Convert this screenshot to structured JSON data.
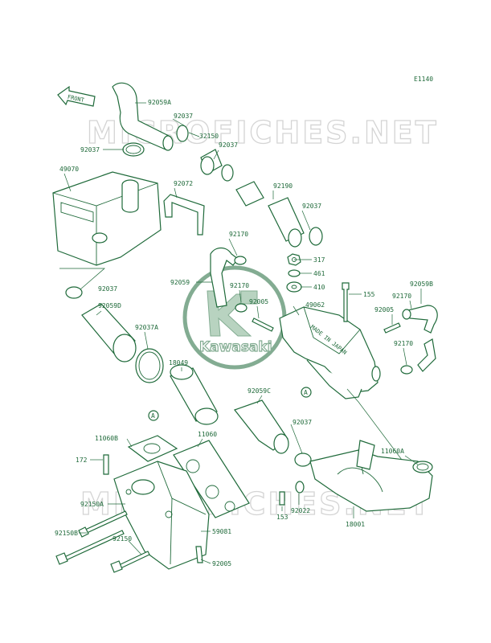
{
  "diagram": {
    "page_code": "E1140",
    "front_label": "FRONT",
    "stamp_text": "MADE IN JAPAN",
    "callout_marker": "A",
    "watermark_text": "MICROFICHES.NET",
    "logo_text": "Kawasaki",
    "colors": {
      "line": "#1f6a3a",
      "watermark": "#d4d4d4",
      "background": "#ffffff"
    }
  },
  "part_labels": [
    {
      "id": "92059A",
      "text": "92059A"
    },
    {
      "id": "92037-a",
      "text": "92037"
    },
    {
      "id": "32150",
      "text": "32150"
    },
    {
      "id": "92037-b",
      "text": "92037"
    },
    {
      "id": "92037-c",
      "text": "92037"
    },
    {
      "id": "49070",
      "text": "49070"
    },
    {
      "id": "92072",
      "text": "92072"
    },
    {
      "id": "92190",
      "text": "92190"
    },
    {
      "id": "92037-d",
      "text": "92037"
    },
    {
      "id": "92170-a",
      "text": "92170"
    },
    {
      "id": "317",
      "text": "317"
    },
    {
      "id": "461",
      "text": "461"
    },
    {
      "id": "410",
      "text": "410"
    },
    {
      "id": "92059",
      "text": "92059"
    },
    {
      "id": "92170-b",
      "text": "92170"
    },
    {
      "id": "155",
      "text": "155"
    },
    {
      "id": "92059B",
      "text": "92059B"
    },
    {
      "id": "92037-e",
      "text": "92037"
    },
    {
      "id": "92005-a",
      "text": "92005"
    },
    {
      "id": "49062",
      "text": "49062"
    },
    {
      "id": "92005-b",
      "text": "92005"
    },
    {
      "id": "92170-c",
      "text": "92170"
    },
    {
      "id": "92059D",
      "text": "92059D"
    },
    {
      "id": "92037A",
      "text": "92037A"
    },
    {
      "id": "92170-d",
      "text": "92170"
    },
    {
      "id": "18049",
      "text": "18049"
    },
    {
      "id": "92059C",
      "text": "92059C"
    },
    {
      "id": "11060B",
      "text": "11060B"
    },
    {
      "id": "11060",
      "text": "11060"
    },
    {
      "id": "92037-f",
      "text": "92037"
    },
    {
      "id": "11060A",
      "text": "11060A"
    },
    {
      "id": "172",
      "text": "172"
    },
    {
      "id": "92150A",
      "text": "92150A"
    },
    {
      "id": "59081",
      "text": "59081"
    },
    {
      "id": "153",
      "text": "153"
    },
    {
      "id": "92022",
      "text": "92022"
    },
    {
      "id": "18001",
      "text": "18001"
    },
    {
      "id": "92150B",
      "text": "92150B"
    },
    {
      "id": "92150",
      "text": "92150"
    },
    {
      "id": "92005-c",
      "text": "92005"
    }
  ]
}
